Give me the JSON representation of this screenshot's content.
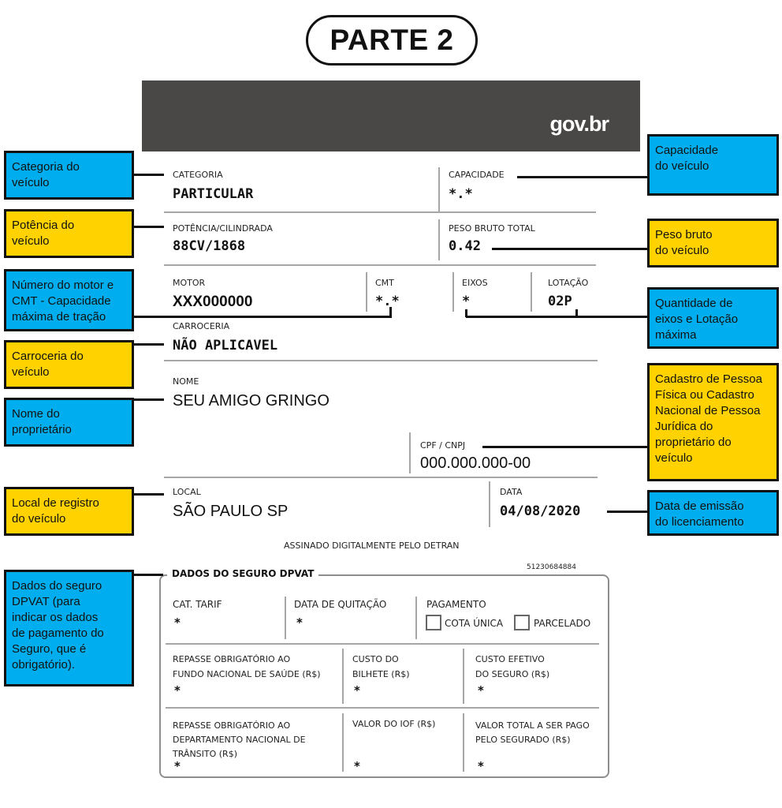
{
  "title": "PARTE 2",
  "header": {
    "logo": "gov.br"
  },
  "fields": {
    "categoria": {
      "label": "CATEGORIA",
      "value": "PARTICULAR"
    },
    "capacidade": {
      "label": "CAPACIDADE",
      "value": "*.*"
    },
    "potencia": {
      "label": "POTÊNCIA/CILINDRADA",
      "value": "88CV/1868"
    },
    "peso": {
      "label": "PESO BRUTO TOTAL",
      "value": "0.42"
    },
    "motor": {
      "label": "MOTOR",
      "value": "XXX000000"
    },
    "cmt": {
      "label": "CMT",
      "value": "*.*"
    },
    "eixos": {
      "label": "EIXOS",
      "value": "*"
    },
    "lotacao": {
      "label": "LOTAÇÃO",
      "value": "02P"
    },
    "carroceria": {
      "label": "CARROCERIA",
      "value": "NÃO APLICAVEL"
    },
    "nome": {
      "label": "NOME",
      "value": "SEU AMIGO GRINGO"
    },
    "cpf": {
      "label": "CPF / CNPJ",
      "value": "000.000.000-00"
    },
    "local": {
      "label": "LOCAL",
      "value": "SÃO PAULO SP"
    },
    "data": {
      "label": "DATA",
      "value": "04/08/2020"
    }
  },
  "signature_text": "ASSINADO DIGITALMENTE PELO DETRAN",
  "dpvat": {
    "title": "DADOS DO SEGURO DPVAT",
    "code": "51230684884",
    "cat_tarif": "CAT. TARIF",
    "data_quitacao": "DATA DE QUITAÇÃO",
    "pagamento": "PAGAMENTO",
    "cota_unica": "COTA ÚNICA",
    "parcelado": "PARCELADO",
    "repasse_fns": "REPASSE OBRIGATÓRIO AO\nFUNDO NACIONAL DE SAÚDE (R$)",
    "custo_bilhete": "CUSTO DO\nBILHETE (R$)",
    "custo_efetivo": "CUSTO EFETIVO\nDO SEGURO (R$)",
    "repasse_dnt": "REPASSE OBRIGATÓRIO AO\nDEPARTAMENTO NACIONAL DE\nTRÂNSITO (R$)",
    "valor_iof": "VALOR DO IOF (R$)",
    "valor_total": "VALOR TOTAL A SER PAGO\nPELO SEGURADO (R$)",
    "star": "*"
  },
  "notes": {
    "categoria": "Categoria do\nveículo",
    "potencia": "Potência do\nveículo",
    "motor": "Número do motor e\nCMT - Capacidade\nmáxima de tração",
    "carroceria": "Carroceria do\nveículo",
    "nome": "Nome do\nproprietário",
    "local": "Local de registro\ndo veículo",
    "dpvat": "Dados do seguro\nDPVAT (para\nindicar os dados\nde pagamento do\nSeguro, que é\nobrigatório).",
    "capacidade": "Capacidade\ndo veículo",
    "peso": "Peso bruto\ndo veículo",
    "eixos": "Quantidade de\neixos e Lotação\nmáxima",
    "cpf": "Cadastro de Pessoa\nFísica ou Cadastro\nNacional de Pessoa\nJurídica do\nproprietário do\nveículo",
    "data": "Data de emissão\ndo licenciamento"
  },
  "colors": {
    "note_blue": "#00aeef",
    "note_yellow": "#ffd200",
    "header": "#4a4846"
  }
}
